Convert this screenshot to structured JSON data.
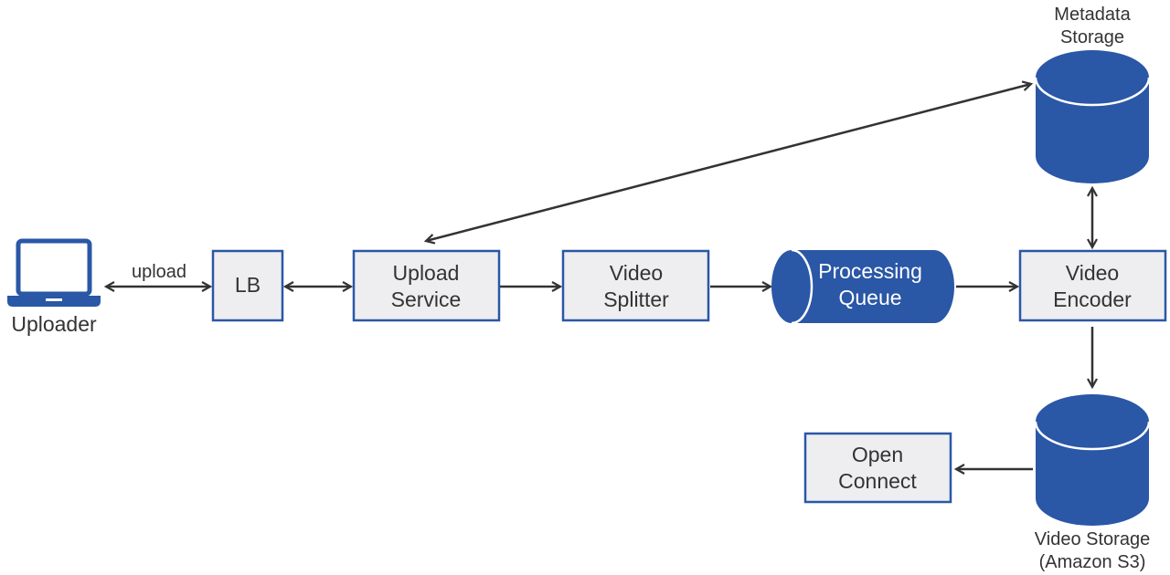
{
  "colors": {
    "accent": "#2a57a6",
    "box_fill": "#eeeef0",
    "line": "#333333",
    "text": "#333333",
    "inverse_text": "#ffffff"
  },
  "nodes": {
    "uploader": {
      "label": "Uploader",
      "icon": "laptop-icon"
    },
    "lb": {
      "label": "LB"
    },
    "upload_service": {
      "line1": "Upload",
      "line2": "Service"
    },
    "video_splitter": {
      "line1": "Video",
      "line2": "Splitter"
    },
    "processing_queue": {
      "line1": "Processing",
      "line2": "Queue",
      "icon": "queue-cylinder-icon"
    },
    "video_encoder": {
      "line1": "Video",
      "line2": "Encoder"
    },
    "metadata_storage": {
      "line1": "Metadata",
      "line2": "Storage",
      "icon": "database-icon"
    },
    "video_storage": {
      "line1": "Video Storage",
      "line2": "(Amazon S3)",
      "icon": "database-icon"
    },
    "open_connect": {
      "line1": "Open",
      "line2": "Connect"
    }
  },
  "edges": [
    {
      "from": "uploader",
      "to": "lb",
      "label": "upload",
      "bidirectional": true
    },
    {
      "from": "lb",
      "to": "upload_service",
      "bidirectional": true
    },
    {
      "from": "upload_service",
      "to": "video_splitter",
      "bidirectional": false
    },
    {
      "from": "video_splitter",
      "to": "processing_queue",
      "bidirectional": false
    },
    {
      "from": "processing_queue",
      "to": "video_encoder",
      "bidirectional": false
    },
    {
      "from": "upload_service",
      "to": "metadata_storage",
      "bidirectional": true
    },
    {
      "from": "video_encoder",
      "to": "metadata_storage",
      "bidirectional": true
    },
    {
      "from": "video_encoder",
      "to": "video_storage",
      "bidirectional": false
    },
    {
      "from": "video_storage",
      "to": "open_connect",
      "bidirectional": false
    }
  ]
}
